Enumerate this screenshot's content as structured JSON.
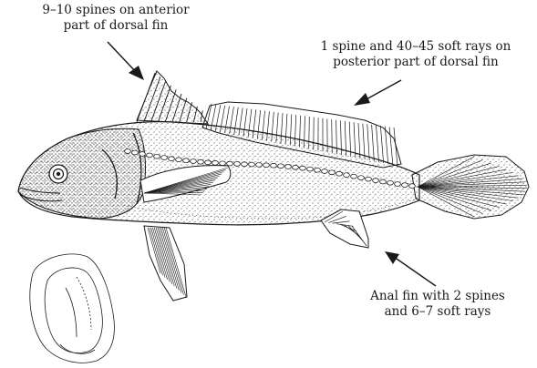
{
  "callouts": {
    "dorsal_spines": {
      "line1": "9–10 spines on anterior",
      "line2": "part of dorsal fin"
    },
    "dorsal_soft": {
      "line1": "1 spine and 40–45 soft rays on",
      "line2": "posterior part of dorsal fin"
    },
    "anal_fin": {
      "line1": "Anal fin with 2 spines",
      "line2": "and 6–7 soft rays"
    }
  },
  "illustration": {
    "subject": "fish",
    "inset": "otolith",
    "ink_color": "#1a1a1a",
    "background": "#ffffff"
  }
}
